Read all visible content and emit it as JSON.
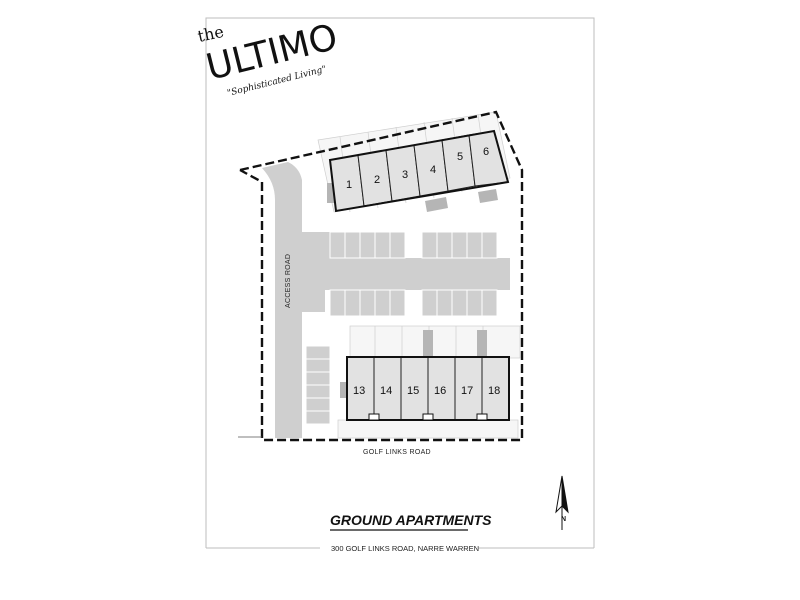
{
  "logo": {
    "prefix": "the",
    "name": "ULTIMO",
    "tagline": "\"Sophisticated Living\""
  },
  "site": {
    "access_road_label": "ACCESS ROAD",
    "golf_links_label": "GOLF LINKS ROAD",
    "north_label": "N"
  },
  "units_top": [
    "1",
    "2",
    "3",
    "4",
    "5",
    "6"
  ],
  "units_bottom": [
    "13",
    "14",
    "15",
    "16",
    "17",
    "18"
  ],
  "title": "GROUND APARTMENTS",
  "address": "300 GOLF LINKS ROAD, NARRE WARREN"
}
